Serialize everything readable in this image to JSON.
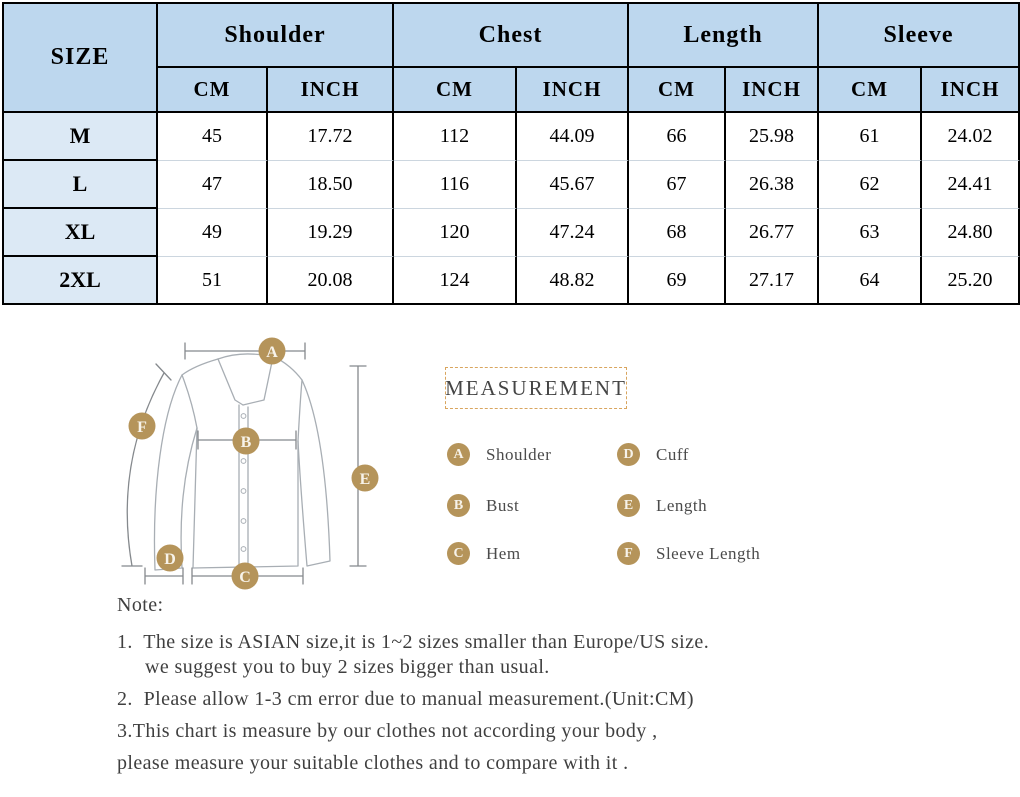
{
  "chart_data": {
    "type": "table",
    "header_groups": [
      {
        "label": "SIZE"
      },
      {
        "label": "Shoulder"
      },
      {
        "label": "Chest"
      },
      {
        "label": "Length"
      },
      {
        "label": "Sleeve"
      }
    ],
    "unit_row": [
      "CM",
      "INCH",
      "CM",
      "INCH",
      "CM",
      "INCH",
      "CM",
      "INCH"
    ],
    "rows": [
      {
        "size": "M",
        "values": [
          "45",
          "17.72",
          "112",
          "44.09",
          "66",
          "25.98",
          "61",
          "24.02"
        ]
      },
      {
        "size": "L",
        "values": [
          "47",
          "18.50",
          "116",
          "45.67",
          "67",
          "26.38",
          "62",
          "24.41"
        ]
      },
      {
        "size": "XL",
        "values": [
          "49",
          "19.29",
          "120",
          "47.24",
          "68",
          "26.77",
          "63",
          "24.80"
        ]
      },
      {
        "size": "2XL",
        "values": [
          "51",
          "20.08",
          "124",
          "48.82",
          "69",
          "27.17",
          "64",
          "25.20"
        ]
      }
    ]
  },
  "measurement": {
    "title": "MEASUREMENT",
    "legend": [
      {
        "key": "A",
        "label": "Shoulder"
      },
      {
        "key": "B",
        "label": "Bust"
      },
      {
        "key": "C",
        "label": "Hem"
      },
      {
        "key": "D",
        "label": "Cuff"
      },
      {
        "key": "E",
        "label": "Length"
      },
      {
        "key": "F",
        "label": "Sleeve Length"
      }
    ]
  },
  "notes": {
    "heading": "Note:",
    "lines": [
      "1.  The size is ASIAN size,it is 1~2 sizes smaller than Europe/US size.",
      "we suggest you to buy 2 sizes bigger than usual.",
      "2.  Please allow 1-3 cm error due to manual measurement.(Unit:CM)",
      "3.This chart is measure by our clothes not according your body ,",
      "please measure your suitable clothes and to compare with it ."
    ]
  },
  "colors": {
    "header_fill": "#bdd7ee",
    "size_column_fill": "#dce9f5",
    "marker_gold": "#b5945a",
    "measurement_box_border": "#d9a55e"
  }
}
